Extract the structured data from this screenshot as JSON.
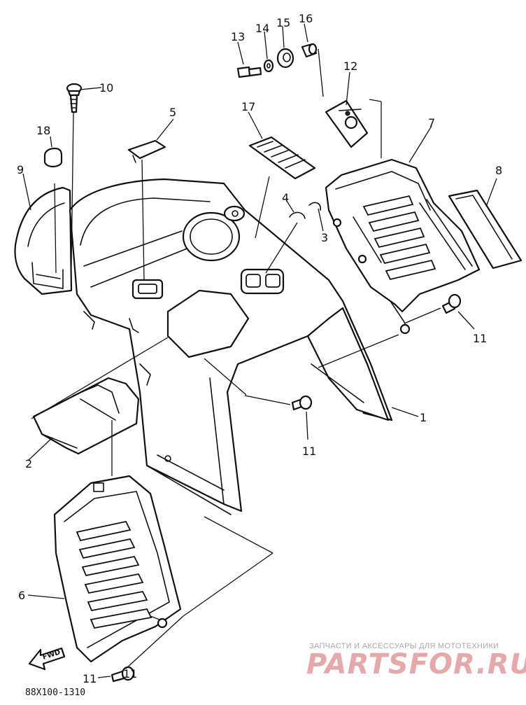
{
  "diagram": {
    "labels": [
      "1",
      "2",
      "3",
      "4",
      "5",
      "6",
      "7",
      "8",
      "9",
      "10",
      "11",
      "11",
      "11",
      "11",
      "12",
      "13",
      "14",
      "15",
      "16",
      "17",
      "18"
    ],
    "drawing_code": "88X100-1310",
    "forward_mark": "FWD"
  },
  "watermark": {
    "caption": "ЗАПЧАСТИ И АКСЕССУАРЫ ДЛЯ МОТОТЕХНИКИ",
    "brand": "PARTSFOR.RU",
    "color": "#e5a9ab"
  }
}
